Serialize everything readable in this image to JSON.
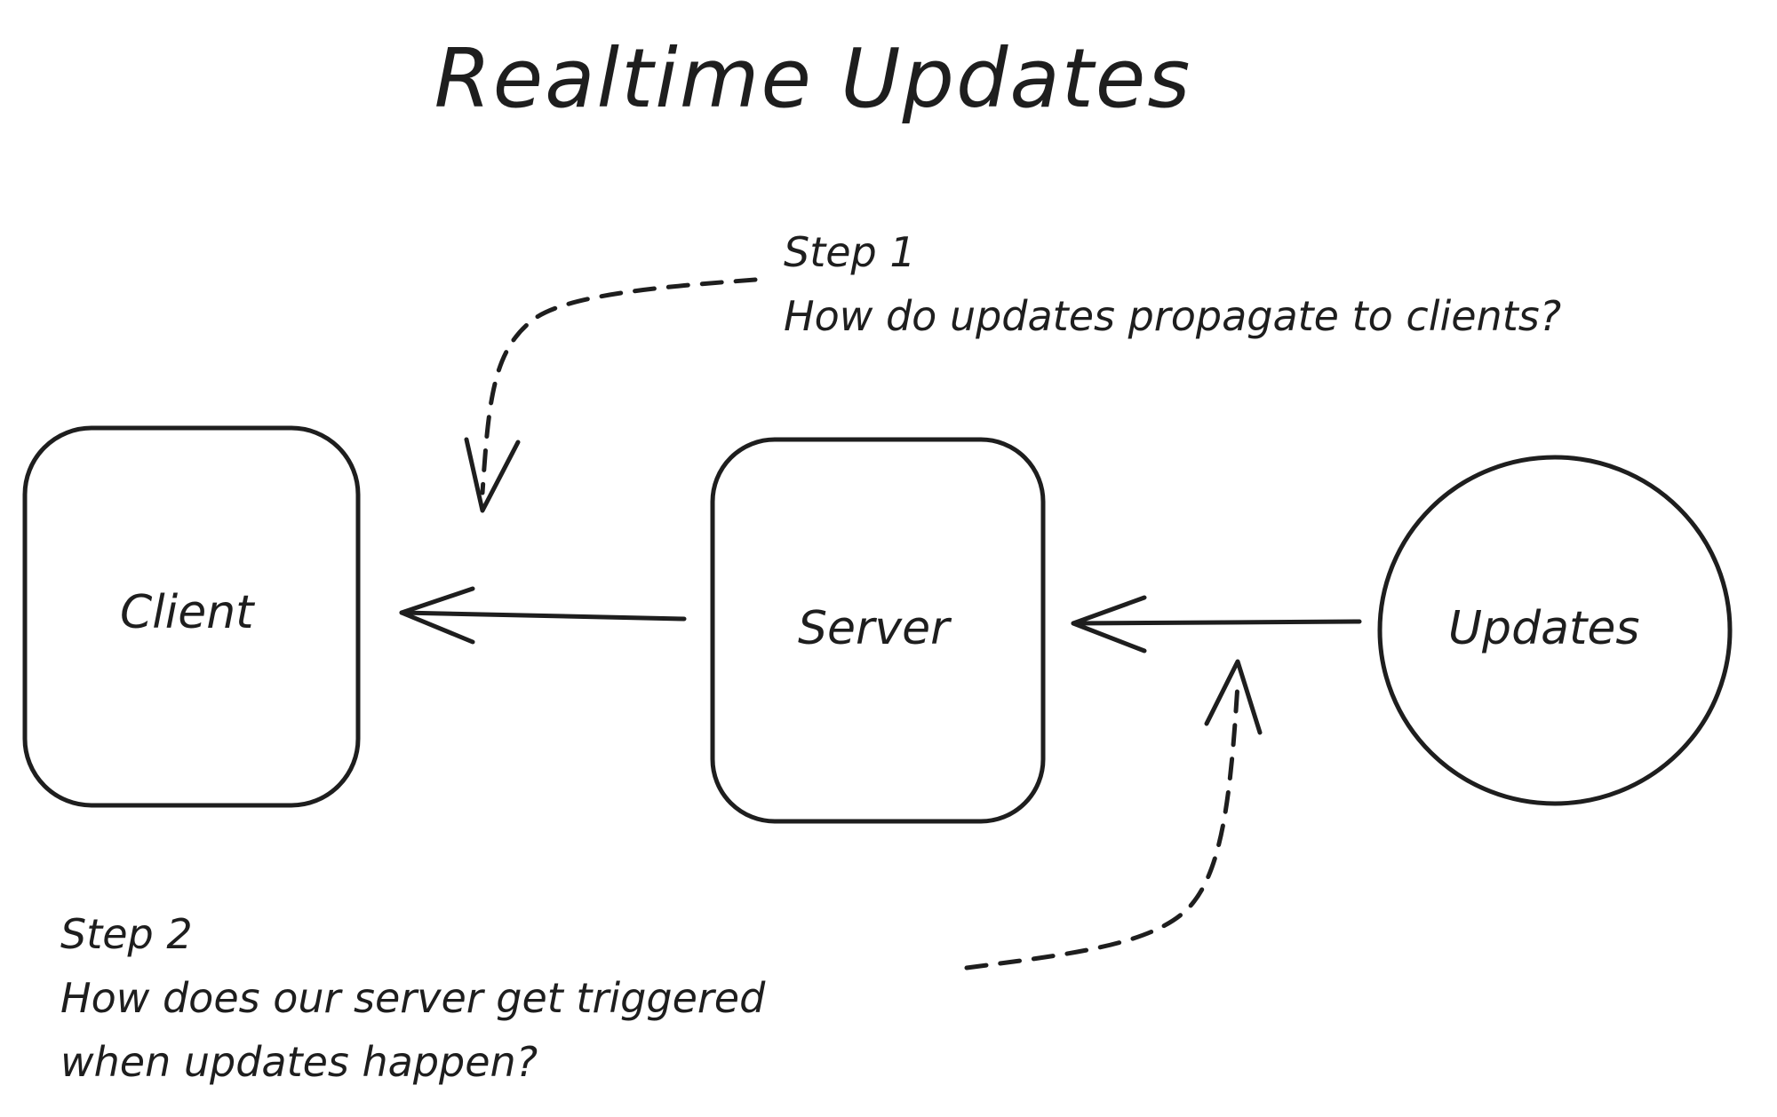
{
  "title": "Realtime Updates",
  "nodes": {
    "client": "Client",
    "server": "Server",
    "updates": "Updates"
  },
  "step1": {
    "label": "Step 1",
    "question": "How do updates propagate to clients?"
  },
  "step2": {
    "label": "Step 2",
    "question_line1": "How does our server get triggered",
    "question_line2": "when updates happen?"
  },
  "colors": {
    "stroke": "#1e1e1e",
    "background": "#ffffff"
  }
}
